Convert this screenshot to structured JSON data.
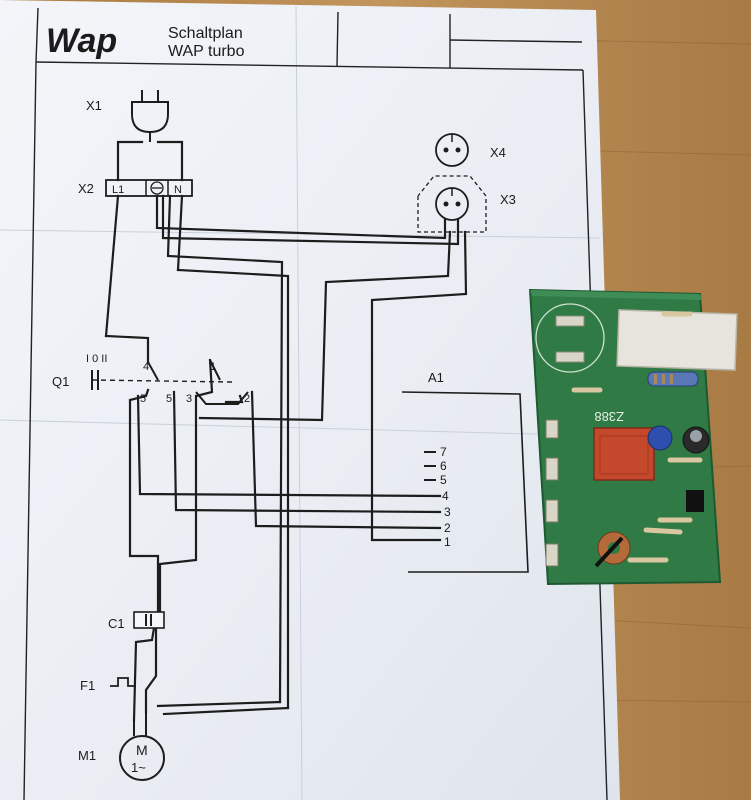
{
  "sheet": {
    "logo": "Wap",
    "title_line1": "Schaltplan",
    "title_line2": "WAP turbo"
  },
  "components": {
    "plug": "X1",
    "terminal_block": "X2",
    "terminal_L1": "L1",
    "terminal_N": "N",
    "socket_top": "X4",
    "socket_bottom": "X3",
    "switch": "Q1",
    "switch_positions": "I 0 II",
    "switch_contact_4": "4",
    "switch_contact_1": "1",
    "switch_contact_5a": "5",
    "switch_contact_5b": "5",
    "switch_contact_3": "3",
    "switch_contact_2": "2",
    "module": "A1",
    "module_pins": [
      "7",
      "6",
      "5",
      "4",
      "3",
      "2",
      "1"
    ],
    "capacitor": "C1",
    "fuse": "F1",
    "motor": "M1",
    "motor_symbol_line1": "M",
    "motor_symbol_line2": "1~"
  },
  "pcb": {
    "relay_marking": "Z388",
    "board_color": "#2f7a45"
  },
  "colors": {
    "paper": "#eef1f6",
    "table": "#b88a52",
    "ink": "#1d1d1d",
    "relay": "#c4492c",
    "capacitor_white": "#e6e4dc"
  }
}
